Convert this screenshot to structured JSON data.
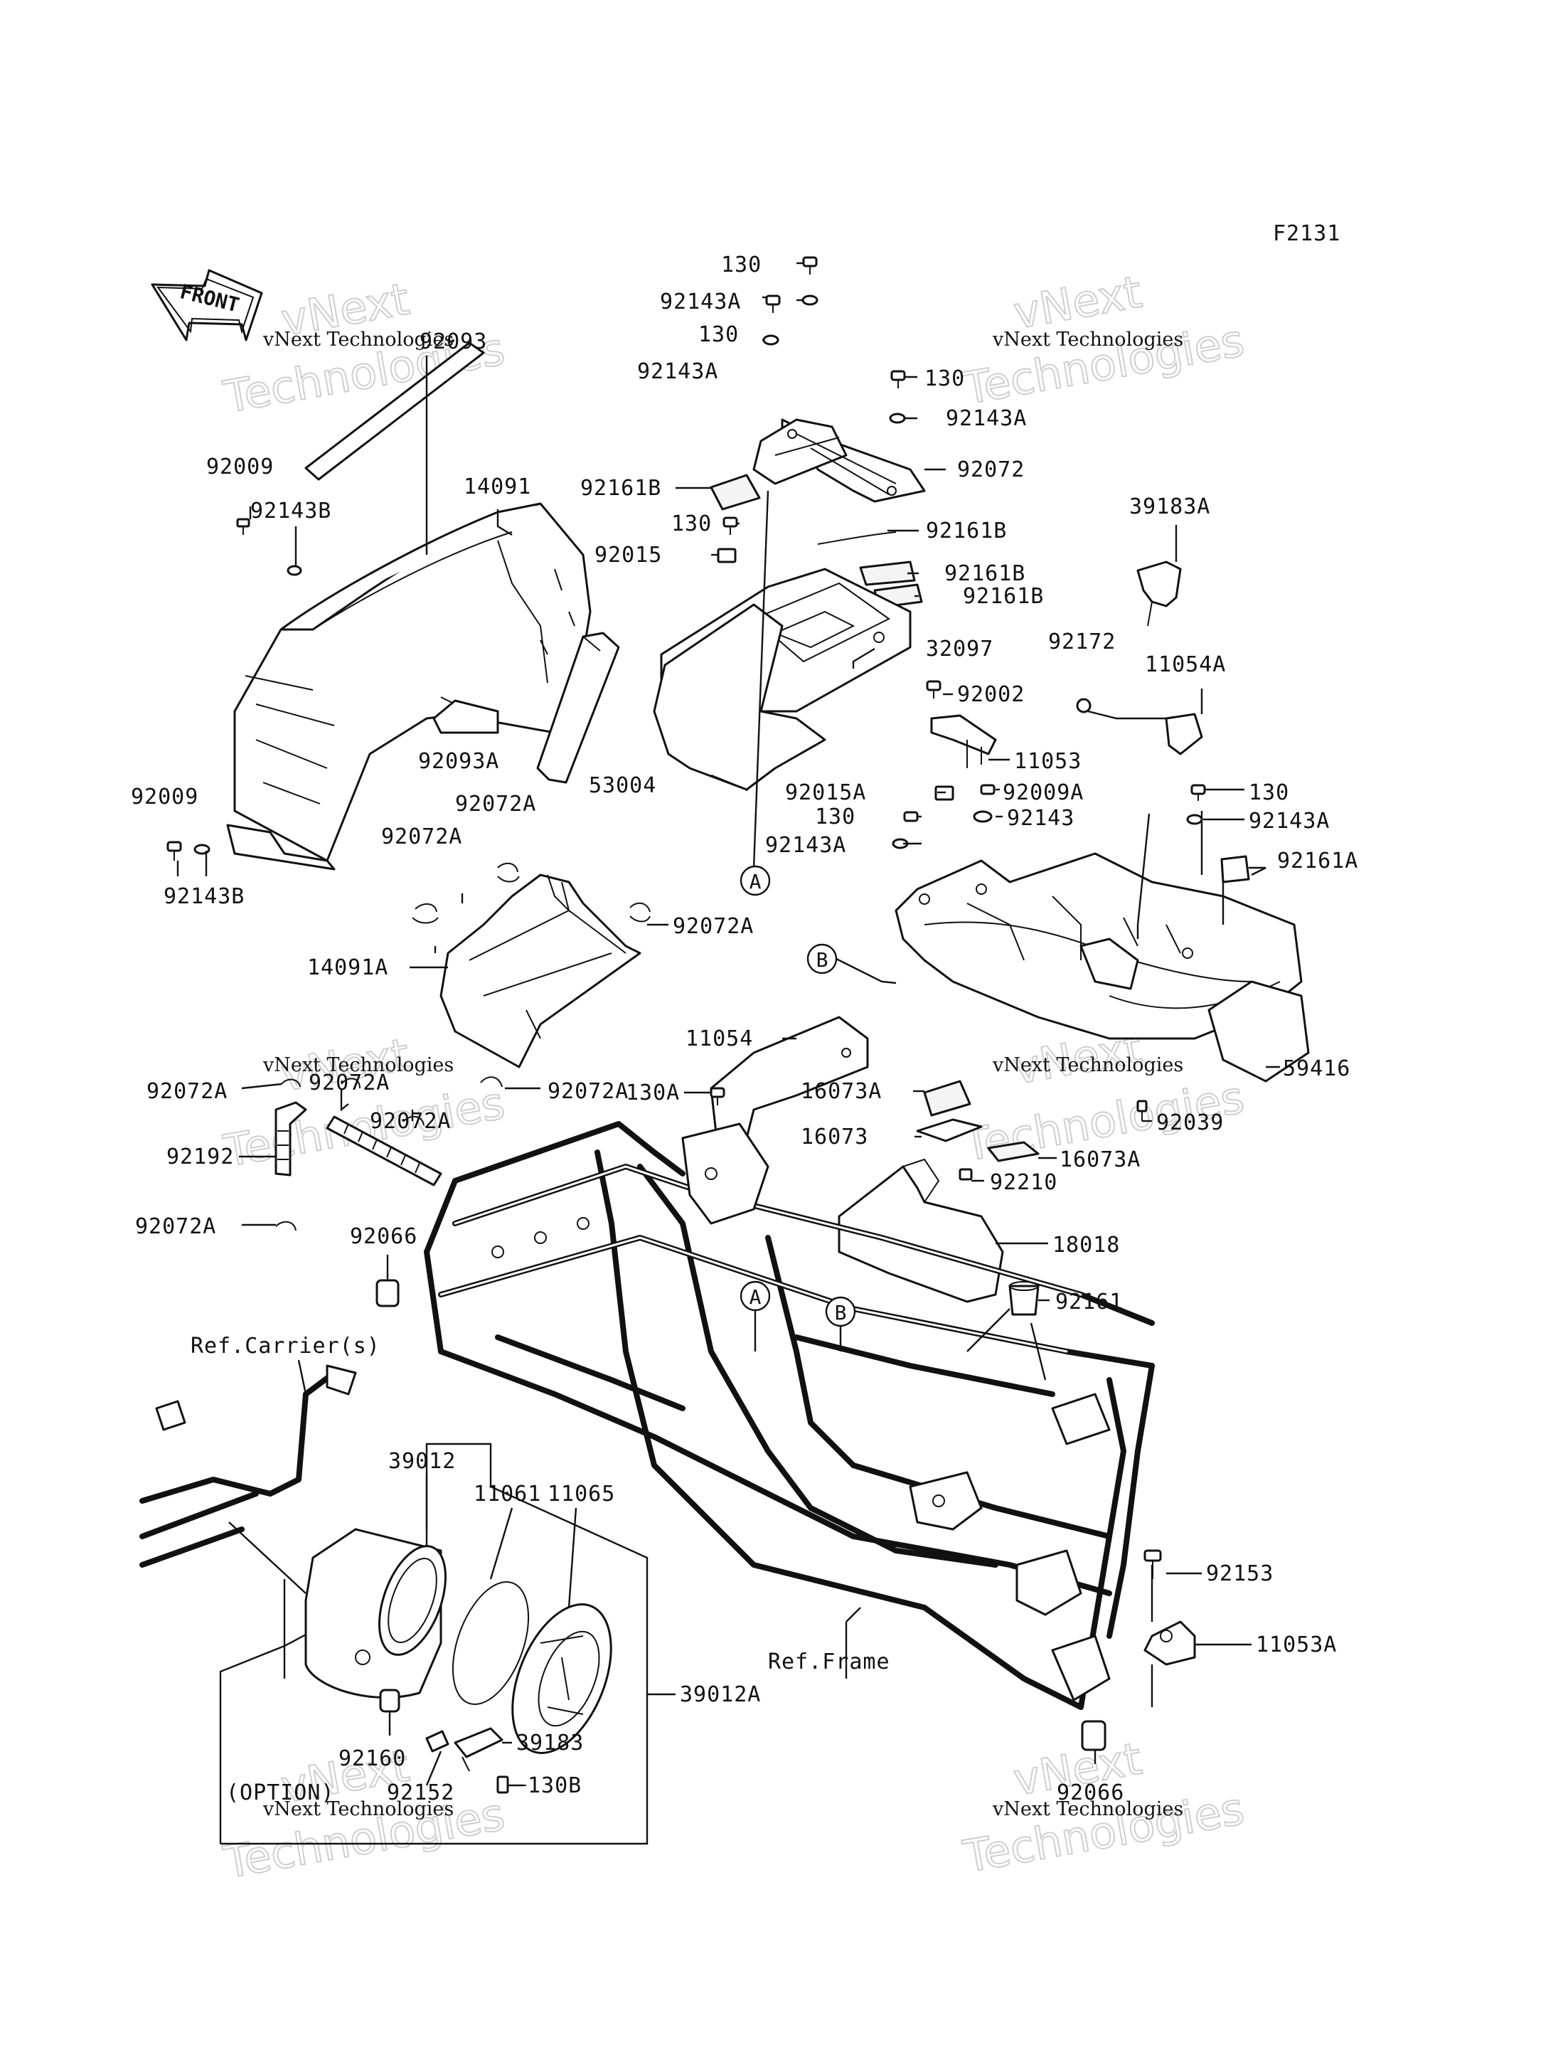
{
  "diagram_id": "F2131",
  "front_marker": "FRONT",
  "watermark": {
    "company": "vNext Technologies",
    "brand_line1": "vNext",
    "brand_line2": "Technologies"
  },
  "labels": {
    "l130_a": "130",
    "l92143A_a": "92143A",
    "l130_b": "130",
    "l92143A_b": "92143A",
    "l130_c": "130",
    "l92143A_c": "92143A",
    "l92072": "92072",
    "l92093": "92093",
    "l14091": "14091",
    "l92009_a": "92009",
    "l92143B_a": "92143B",
    "l92161B_a": "92161B",
    "l130_d": "130",
    "l92161B_b": "92161B",
    "l92015": "92015",
    "l92161B_c": "92161B",
    "l92161B_d": "92161B",
    "l39183A": "39183A",
    "l32097": "32097",
    "l92172": "92172",
    "l11054A": "11054A",
    "l92002": "92002",
    "l92093A": "92093A",
    "l53004": "53004",
    "l11053": "11053",
    "l92009_b": "92009",
    "l92072A_1": "92072A",
    "l92015A": "92015A",
    "l92009A": "92009A",
    "l130_e": "130",
    "l130_f": "130",
    "l92143": "92143",
    "l92143A_d": "92143A",
    "l92072A_2": "92072A",
    "l92143A_e": "92143A",
    "l92161A": "92161A",
    "l92143B_b": "92143B",
    "l92072A_3": "92072A",
    "l14091A": "14091A",
    "l11054": "11054",
    "l130A": "130A",
    "l92072A_4": "92072A",
    "l92072A_5": "92072A",
    "l16073A_a": "16073A",
    "l59416": "59416",
    "l92072A_6": "92072A",
    "l92072A_7": "92072A",
    "l16073": "16073",
    "l92039": "92039",
    "l92192": "92192",
    "l16073A_b": "16073A",
    "l92210": "92210",
    "l92072A_8": "92072A",
    "l92066_a": "92066",
    "l18018": "18018",
    "l92161": "92161",
    "ref_carrier": "Ref.Carrier(s)",
    "l39012": "39012",
    "l11061": "11061",
    "l11065": "11065",
    "l92153": "92153",
    "l11053A": "11053A",
    "ref_frame": "Ref.Frame",
    "l39012A": "39012A",
    "l39183": "39183",
    "l92160": "92160",
    "l92152": "92152",
    "l130B": "130B",
    "option": "(OPTION)",
    "l92066_b": "92066"
  },
  "callouts": {
    "a": "A",
    "b": "B"
  }
}
